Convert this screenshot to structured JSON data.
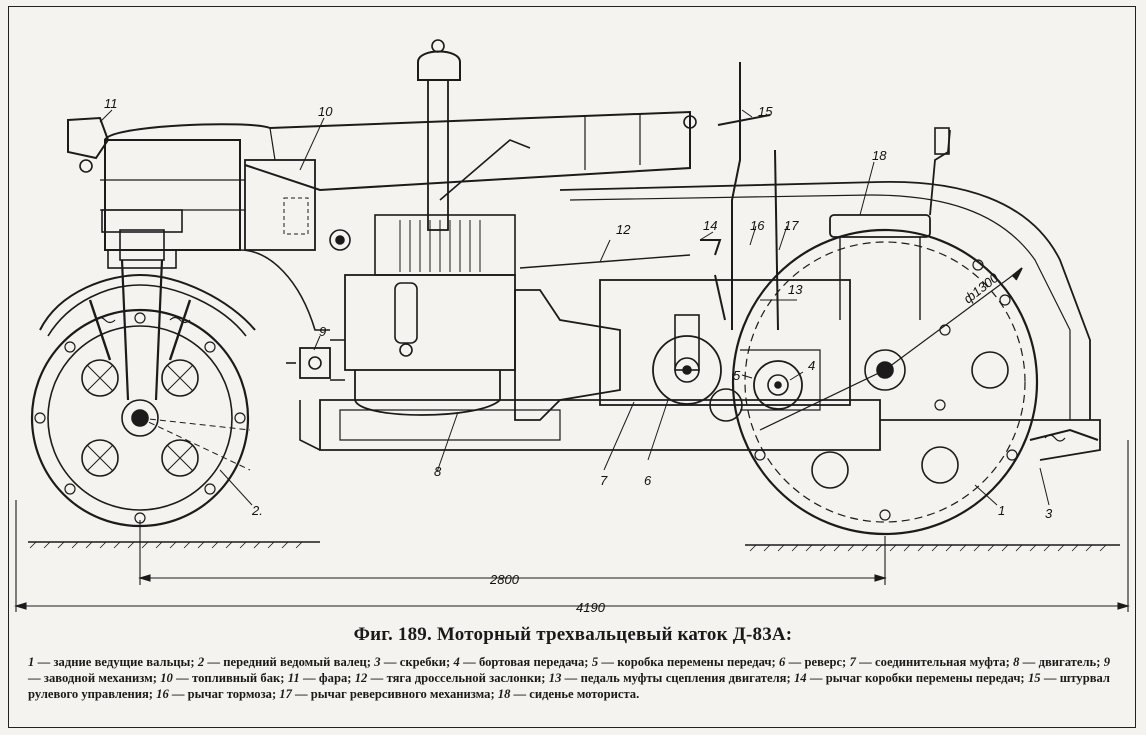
{
  "figure": {
    "caption": "Фиг. 189. Моторный трехвальцевый каток Д-83А:",
    "dimensions": {
      "wheel_diameter": "ф1300",
      "wheelbase": "2800",
      "overall_length": "4190"
    },
    "callouts": [
      {
        "num": "1"
      },
      {
        "num": "2."
      },
      {
        "num": "3"
      },
      {
        "num": "4"
      },
      {
        "num": "5"
      },
      {
        "num": "6"
      },
      {
        "num": "7"
      },
      {
        "num": "8"
      },
      {
        "num": "9"
      },
      {
        "num": "10"
      },
      {
        "num": "11"
      },
      {
        "num": "12"
      },
      {
        "num": "13"
      },
      {
        "num": "14"
      },
      {
        "num": "15"
      },
      {
        "num": "16"
      },
      {
        "num": "17"
      },
      {
        "num": "18"
      }
    ],
    "legend": [
      {
        "num": "1",
        "text": " — задние ведущие вальцы; "
      },
      {
        "num": "2",
        "text": " — передний ведомый валец; "
      },
      {
        "num": "3",
        "text": " — скребки; "
      },
      {
        "num": "4",
        "text": " — бортовая передача; "
      },
      {
        "num": "5",
        "text": " — коробка перемены передач; "
      },
      {
        "num": "6",
        "text": " — реверс; "
      },
      {
        "num": "7",
        "text": " — соединительная муфта; "
      },
      {
        "num": "8",
        "text": " — двигатель; "
      },
      {
        "num": "9",
        "text": " — заводной механизм; "
      },
      {
        "num": "10",
        "text": " — топливный бак; "
      },
      {
        "num": "11",
        "text": " — фара; "
      },
      {
        "num": "12",
        "text": " — тяга дроссельной заслонки; "
      },
      {
        "num": "13",
        "text": " — педаль муфты сцепления двигателя; "
      },
      {
        "num": "14",
        "text": " — рычаг коробки перемены передач; "
      },
      {
        "num": "15",
        "text": " — штурвал рулевого управления; "
      },
      {
        "num": "16",
        "text": " — рычаг тормоза; "
      },
      {
        "num": "17",
        "text": " — рычаг реверсивного механизма; "
      },
      {
        "num": "18",
        "text": " — сиденье моториста."
      }
    ]
  }
}
